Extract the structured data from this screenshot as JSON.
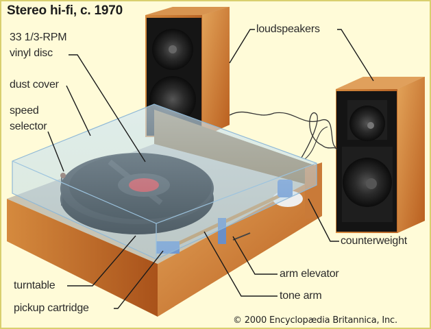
{
  "title": "Stereo hi-fi, c. 1970",
  "labels": {
    "vinyl_disc_line1": "33 1/3-RPM",
    "vinyl_disc_line2": "vinyl disc",
    "dust_cover": "dust cover",
    "speed_selector_line1": "speed",
    "speed_selector_line2": "selector",
    "loudspeakers": "loudspeakers",
    "counterweight": "counterweight",
    "arm_elevator": "arm elevator",
    "tone_arm": "tone arm",
    "turntable": "turntable",
    "pickup_cartridge": "pickup cartridge"
  },
  "copyright": "© 2000 Encyclopædia Britannica, Inc.",
  "colors": {
    "background": "#fffbd8",
    "border": "#d9cf6e",
    "wood": "#c8742e",
    "wood_light": "#e3a45a",
    "speaker_face": "#1a1a1a",
    "record_label": "#d01818",
    "leader_line": "#1a1a1a"
  }
}
